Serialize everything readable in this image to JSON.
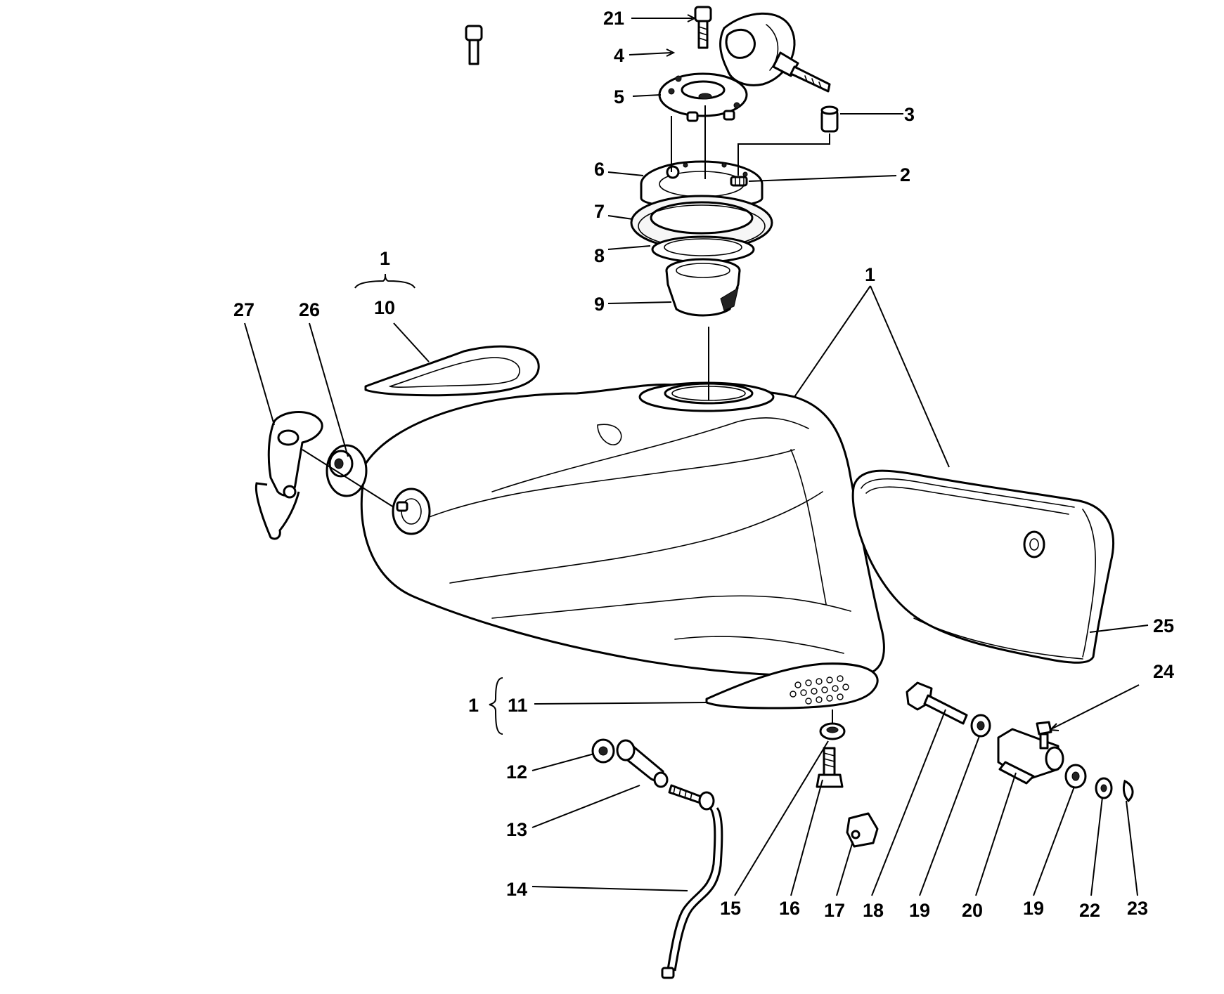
{
  "callouts": {
    "c1_top": "1",
    "c1_main": "1",
    "c1_side": "1",
    "c2": "2",
    "c3": "3",
    "c4": "4",
    "c5": "5",
    "c6": "6",
    "c7": "7",
    "c8": "8",
    "c9": "9",
    "c10": "10",
    "c11": "11",
    "c12": "12",
    "c13": "13",
    "c14": "14",
    "c15": "15",
    "c16": "16",
    "c17": "17",
    "c18": "18",
    "c19a": "19",
    "c19b": "19",
    "c20": "20",
    "c21": "21",
    "c22": "22",
    "c23": "23",
    "c24": "24",
    "c25": "25",
    "c26": "26",
    "c27": "27"
  },
  "icons": {
    "fuel_tank": "fuel-tank-icon",
    "fuel_cap": "fuel-cap-with-key-icon",
    "knee_pad": "knee-pad-icon"
  },
  "colors": {
    "line": "#000000",
    "background": "#ffffff"
  }
}
